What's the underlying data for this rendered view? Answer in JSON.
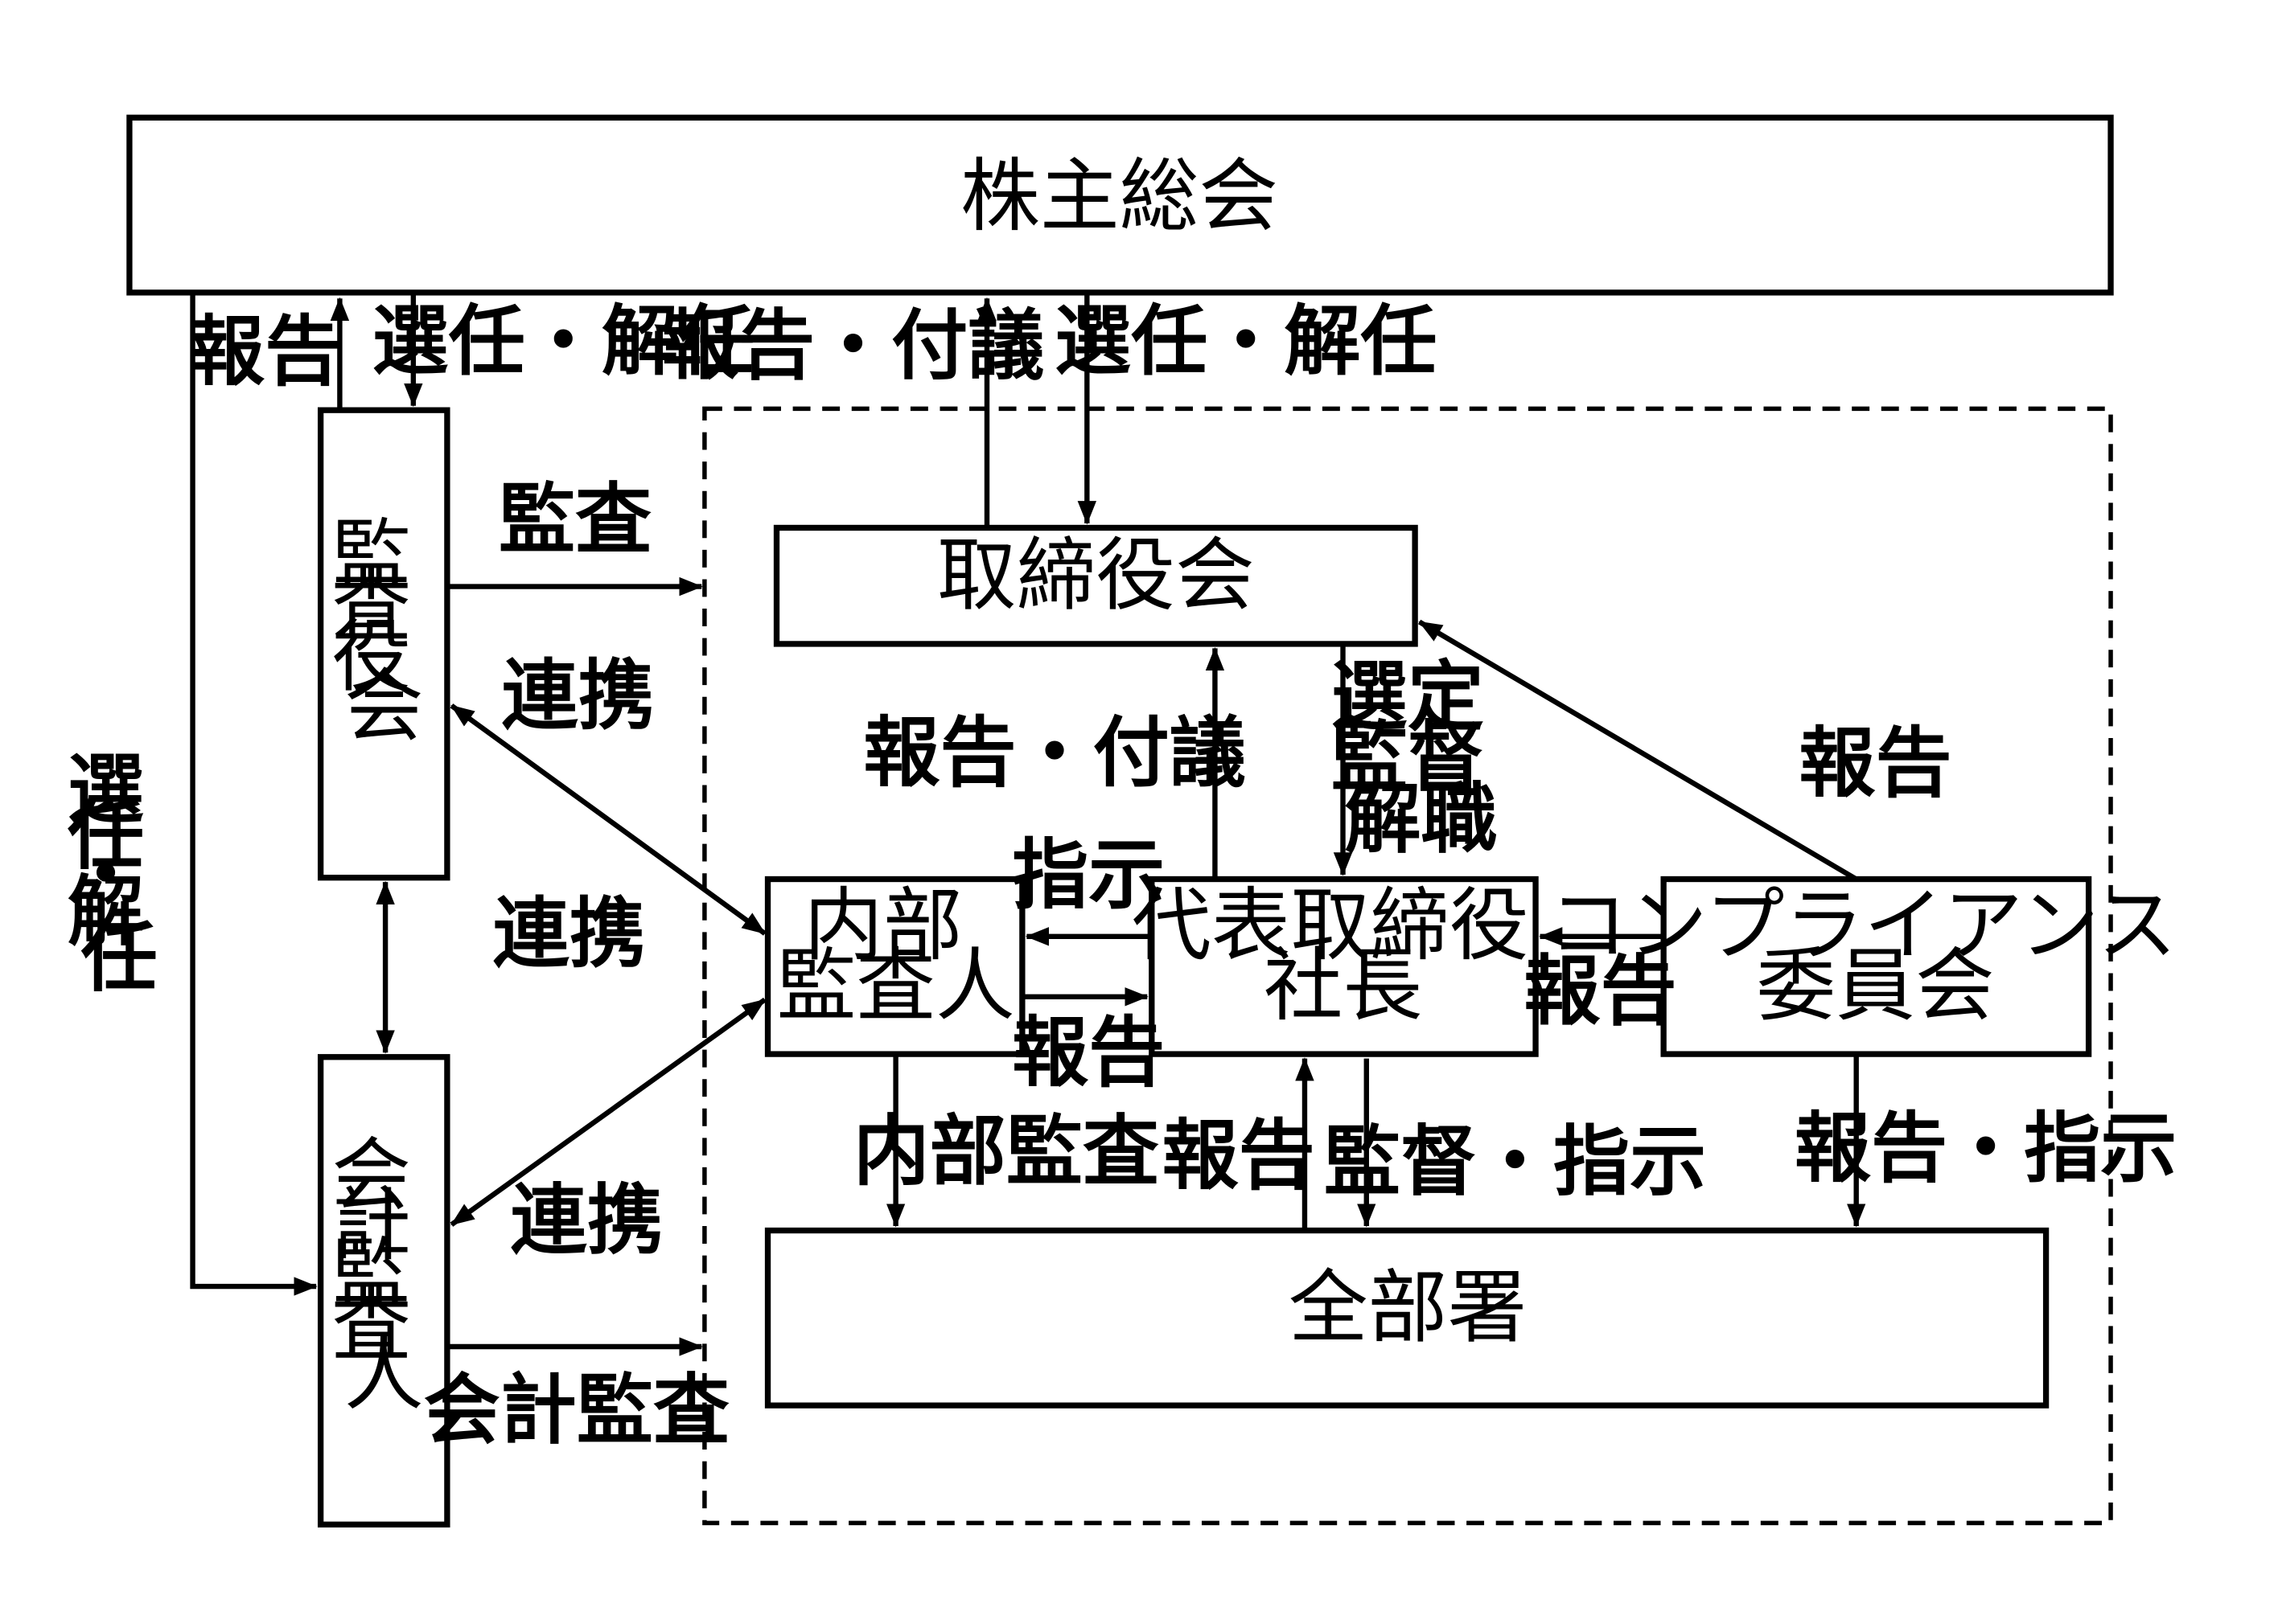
{
  "colors": {
    "stroke": "#000000",
    "background": "#ffffff"
  },
  "nodes": {
    "shareholders": "株主総会",
    "audit_board": [
      "監",
      "査",
      "役",
      "会"
    ],
    "board": "取締役会",
    "internal_audit": [
      "内部",
      "監査人"
    ],
    "president": [
      "代表取締役",
      "社長"
    ],
    "compliance": [
      "コンプライアンス",
      "委員会"
    ],
    "accounting_auditor": [
      "会",
      "計",
      "監",
      "査",
      "人"
    ],
    "all_departments": "全部署"
  },
  "edges": {
    "audit_board_report": "報告",
    "audit_board_appoint": "選任・解任",
    "board_report_proposal": "報告・付議",
    "board_appoint": "選任・解任",
    "accounting_appoint": [
      "選",
      "任",
      "・",
      "解",
      "任"
    ],
    "audit": "監査",
    "coop_internal": "連携",
    "coop_audit_accounting": "連携",
    "coop_accounting_internal": "連携",
    "accounting_audit": "会計監査",
    "president_report_proposal": "報告・付議",
    "select_supervise_dismiss": [
      "選定",
      "監督",
      "解職"
    ],
    "compliance_report_board": "報告",
    "instruct": "指示",
    "internal_report": "報告",
    "compliance_report_president": "報告",
    "internal_audit_action": "内部監査",
    "dept_report": "報告",
    "supervise_instruct": "監督・指示",
    "compliance_report_instruct": "報告・指示"
  }
}
